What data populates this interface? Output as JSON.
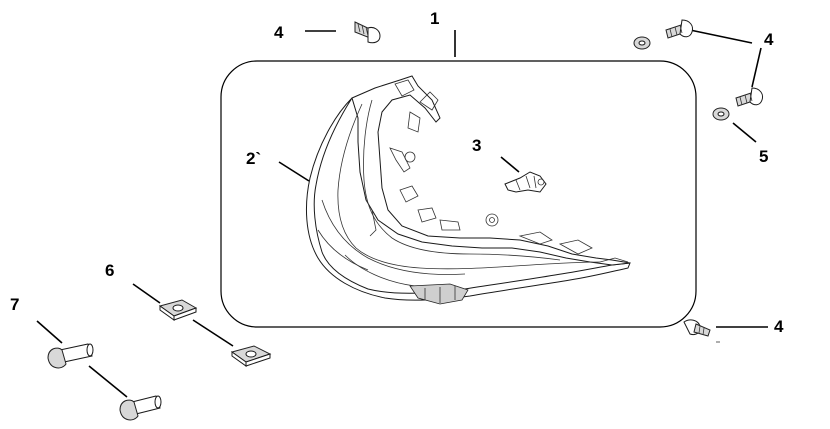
{
  "callouts": {
    "c1": "1",
    "c2": "2`",
    "c3": "3",
    "c4a": "4",
    "c4b": "4",
    "c4c": "4",
    "c5": "5",
    "c6": "6",
    "c7": "7"
  }
}
